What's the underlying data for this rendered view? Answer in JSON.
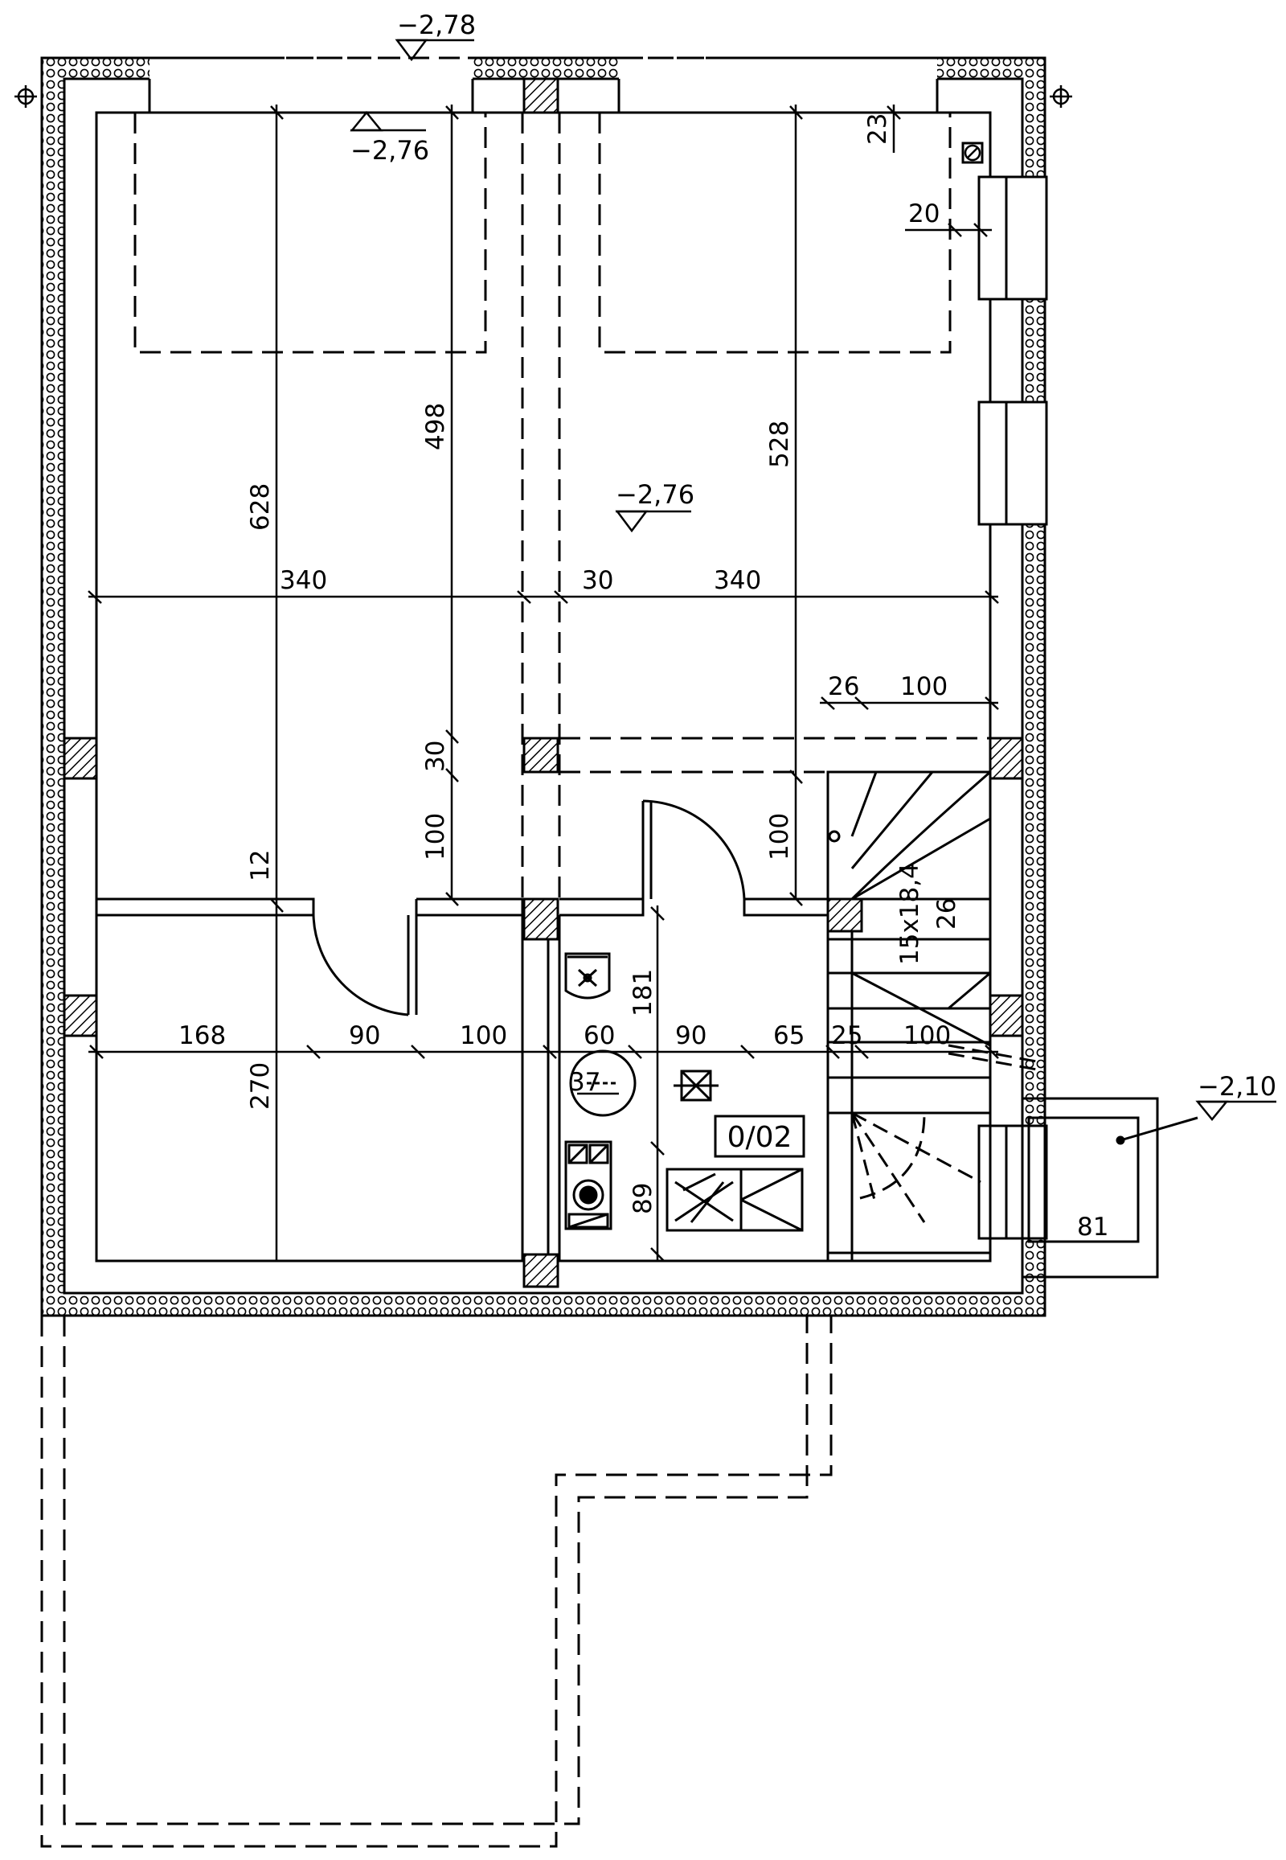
{
  "levels": {
    "top": "−2,78",
    "room_left": "−2,76",
    "room_center": "−2,76",
    "side_entry": "−2,10"
  },
  "room_label": "0/02",
  "dimensions": {
    "d628": "628",
    "d498": "498",
    "d528": "528",
    "d340_left": "340",
    "d30_mid": "30",
    "d340_right": "340",
    "d26_top": "26",
    "d100_top": "100",
    "d30_vert": "30",
    "d100_vert_left": "100",
    "d100_vert_right": "100",
    "d12": "12",
    "d168": "168",
    "d90_left": "90",
    "d100_mid": "100",
    "d60": "60",
    "d90_right": "90",
    "d65": "65",
    "d25": "25",
    "d100_right": "100",
    "d181": "181",
    "d270": "270",
    "d37": "37",
    "d89": "89",
    "d23": "23",
    "d20": "20",
    "d81": "81",
    "stairs_main": "15x18,4",
    "stairs_26": "26"
  },
  "colors": {
    "line": "#000000",
    "background": "#ffffff",
    "hatch": "#000000"
  }
}
